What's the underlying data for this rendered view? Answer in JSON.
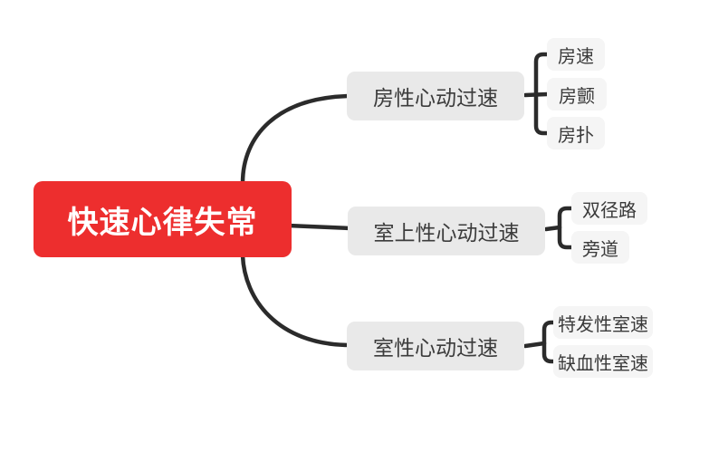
{
  "root": {
    "label": "快速心律失常"
  },
  "branches": [
    {
      "label": "房性心动过速",
      "children": [
        {
          "label": "房速"
        },
        {
          "label": "房颤"
        },
        {
          "label": "房扑"
        }
      ]
    },
    {
      "label": "室上性心动过速",
      "children": [
        {
          "label": "双径路"
        },
        {
          "label": "旁道"
        }
      ]
    },
    {
      "label": "室性心动过速",
      "children": [
        {
          "label": "特发性室速"
        },
        {
          "label": "缺血性室速"
        }
      ]
    }
  ],
  "colors": {
    "background": "#FFFFFF",
    "root_bg": "#ED2E2E",
    "root_text": "#FFFFFF",
    "branch_bg": "#E9E9E9",
    "branch_text": "#3C3C3C",
    "leaf_bg": "#F5F5F5",
    "leaf_text": "#3A3A3A",
    "connector": "#2B2B2B"
  }
}
